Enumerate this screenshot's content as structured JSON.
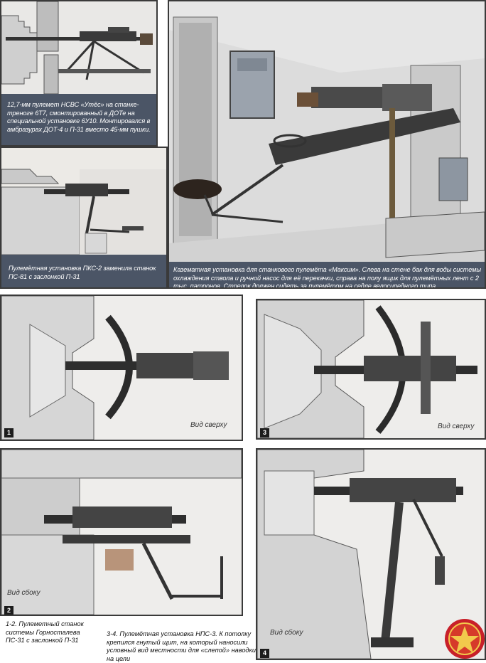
{
  "captions": {
    "nsvs": "12,7-мм пулемет НСВС «Утёс» на станке-треноге 6Т7, смонтированный в ДОТе на специальной установке 6У10. Монтировался в амбразурах ДОТ-4 и П-31 вместо 45-мм пушки.",
    "pks2": "Пулемётная установка ПКС-2 заменила станок ПС-81 с заслонкой П-31",
    "maxim": "Казематная установка для станкового пулемёта «Максим». Слева на стене бак для воды системы охлаждения ствола и ручной насос для её перекачки, справа на полу ящик для пулемётных лент с 2 тыс. патронов. Стрелок должен сидеть за пулемётом на седле велосипедного типа.",
    "gornostaev": "1-2. Пулеметный станок системы Горносталева ПС-31 с заслонкой П-31",
    "nps3": "3-4. Пулемётная установка НПС-3. К потолку крепился гнутый щит, на который наносили условный вид местности для «слепой» наводки на цели"
  },
  "view_labels": {
    "top_1": "Вид сверху",
    "top_3": "Вид сверху",
    "side_2": "Вид сбоку",
    "side_4": "Вид сбоку"
  },
  "panel_numbers": {
    "p1": "1",
    "p2": "2",
    "p3": "3",
    "p4": "4"
  },
  "colors": {
    "caption_bg": "#4b5566",
    "concrete": "#d9d9d9",
    "wall": "#e8e6e3",
    "metal": "#2e2e2e"
  }
}
